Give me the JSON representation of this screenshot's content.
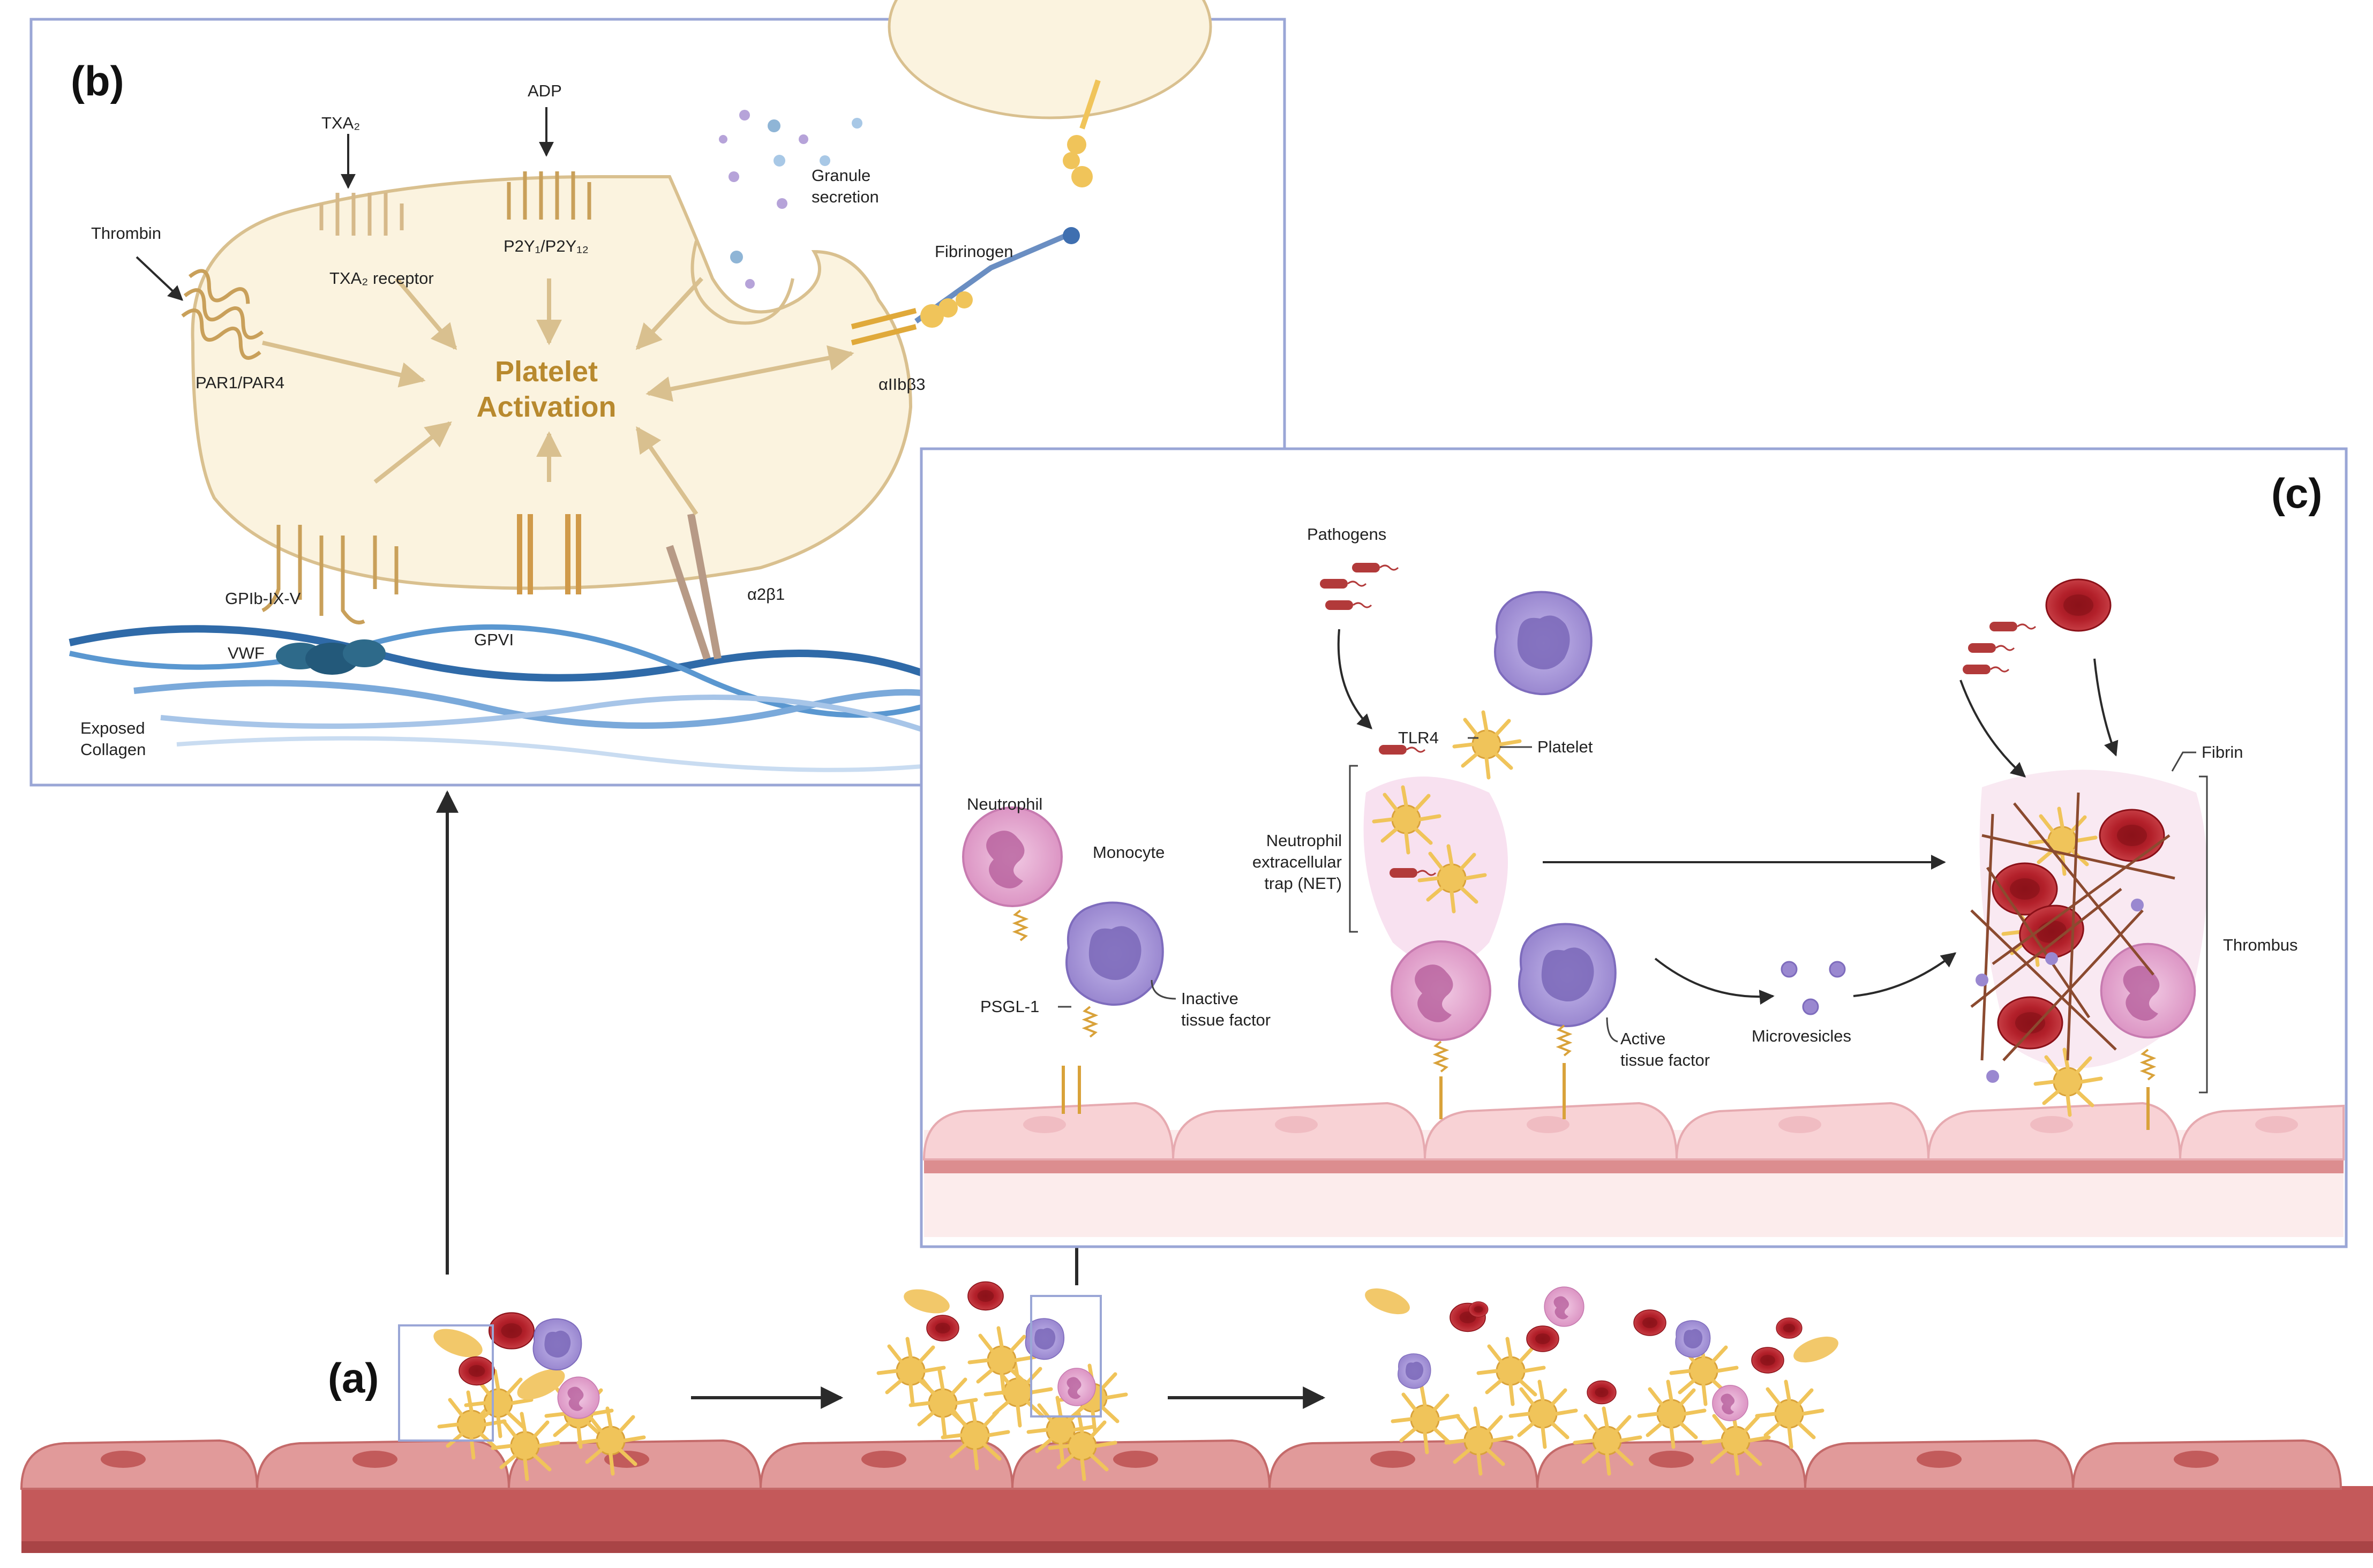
{
  "panels": {
    "a": "(a)",
    "b": "(b)",
    "c": "(c)"
  },
  "panel_b": {
    "activation_line1": "Platelet",
    "activation_line2": "Activation",
    "thrombin": "Thrombin",
    "par": "PAR1/PAR4",
    "txa2": "TXA₂",
    "txa2_receptor": "TXA₂ receptor",
    "adp": "ADP",
    "p2y": "P2Y₁/P2Y₁₂",
    "granule_1": "Granule",
    "granule_2": "secretion",
    "fibrinogen": "Fibrinogen",
    "aiib": "αIIbβ3",
    "gpib": "GPIb-IX-V",
    "vwf": "VWF",
    "gpvi": "GPVI",
    "a2b1": "α2β1",
    "collagen_1": "Exposed",
    "collagen_2": "Collagen"
  },
  "panel_c": {
    "pathogens": "Pathogens",
    "tlr4": "TLR4",
    "platelet": "Platelet",
    "net_1": "Neutrophil",
    "net_2": "extracellular",
    "net_3": "trap (NET)",
    "neutrophil": "Neutrophil",
    "monocyte": "Monocyte",
    "psgl": "PSGL-1",
    "inactive_1": "Inactive",
    "inactive_2": "tissue factor",
    "active_1": "Active",
    "active_2": "tissue factor",
    "microvesicles": "Microvesicles",
    "fibrin": "Fibrin",
    "thrombus": "Thrombus"
  },
  "colors": {
    "frame": "#9aa6d6",
    "platelet_fill": "#fbf3df",
    "platelet_stroke": "#d9c08f",
    "receptor": "#c9a05a",
    "activation_text": "#b8892e",
    "rbc": "#b3202a",
    "monocyte": "#a999d8",
    "neutrophil": "#e2a7cf",
    "endothelium": "#e19a9a",
    "vessel_wall": "#c4595a",
    "collagen": "#3f7bb8"
  },
  "icons": [
    "platelet-cell-icon",
    "red-blood-cell-icon",
    "monocyte-icon",
    "neutrophil-icon",
    "bacteria-icon",
    "endothelial-cell-icon",
    "collagen-fiber-icon",
    "receptor-icon",
    "arrow-icon"
  ]
}
